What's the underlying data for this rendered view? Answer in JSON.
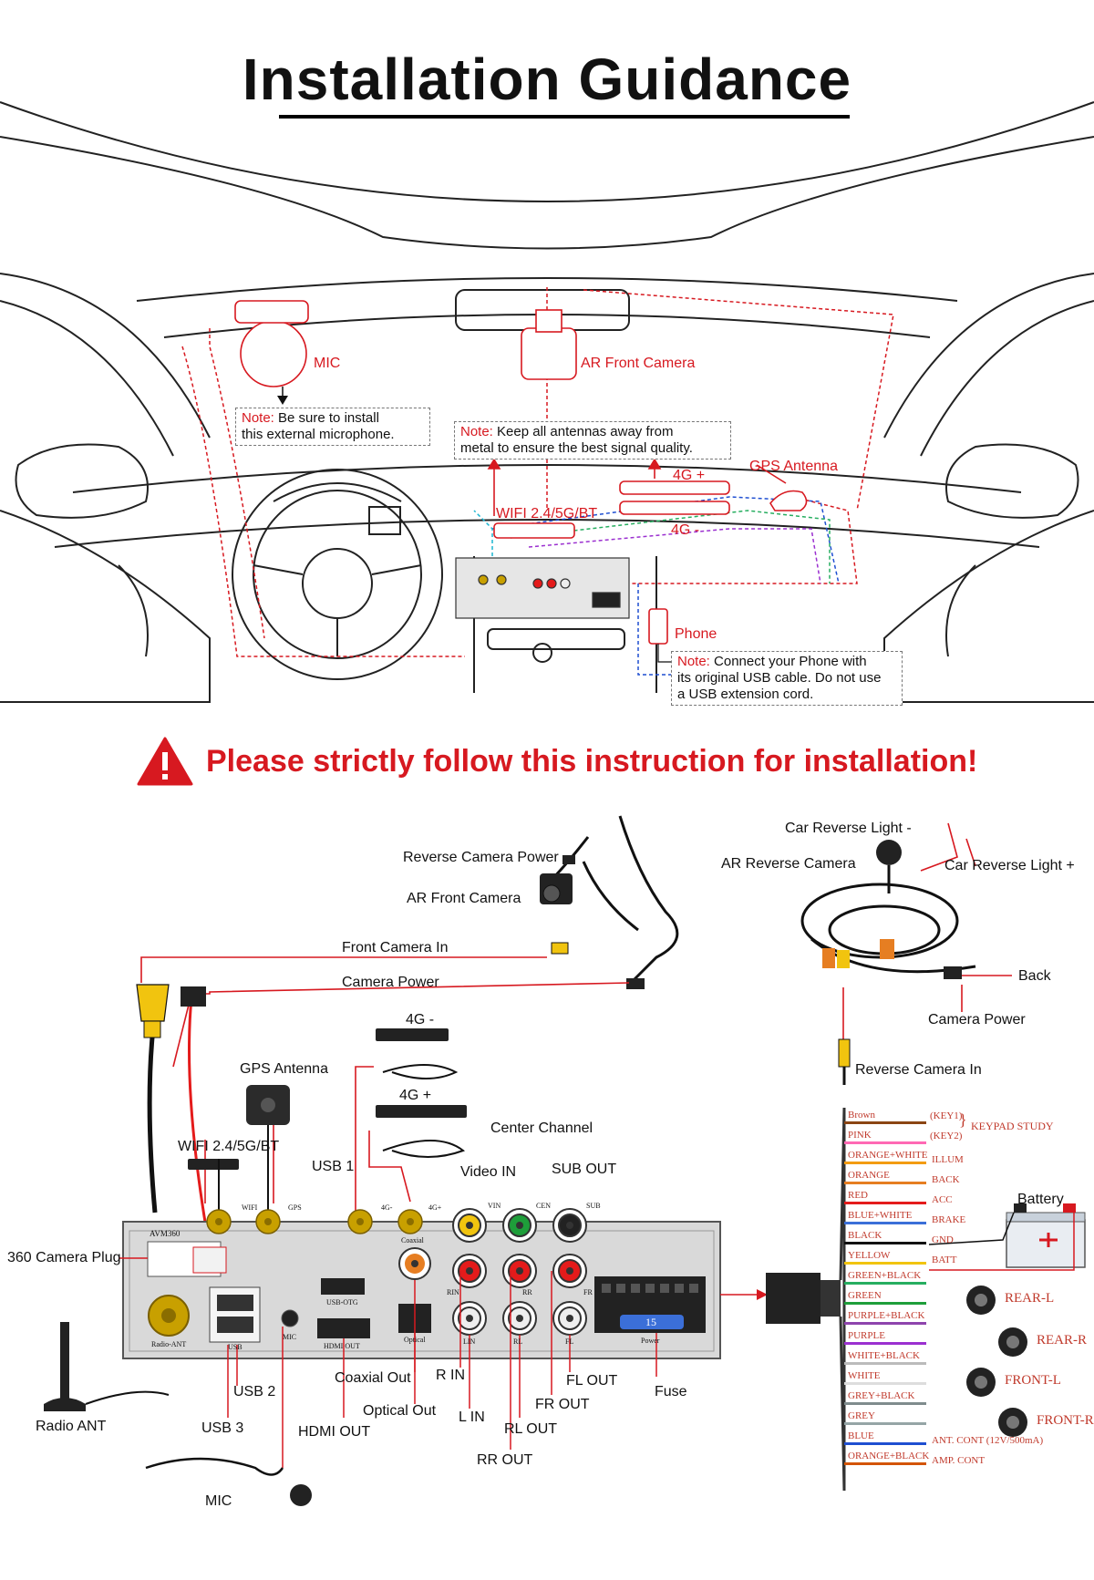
{
  "title": "Installation Guidance",
  "car": {
    "mic_label": "MIC",
    "ar_front_camera_label": "AR Front Camera",
    "gps_antenna_label": "GPS Antenna",
    "wifi_label": "WIFI 2.4/5G/BT",
    "lte_plus_label": "4G +",
    "lte_minus_label": "4G -",
    "phone_label": "Phone",
    "note_mic": {
      "key": "Note:",
      "text1": " Be sure to install",
      "text2": "this external microphone."
    },
    "note_antenna": {
      "key": "Note:",
      "text1": " Keep all antennas away from",
      "text2": "metal to ensure the best signal quality."
    },
    "note_phone": {
      "key": "Note:",
      "text1": " Connect your Phone with",
      "text2": "its original USB cable. Do not use",
      "text3": "a USB extension cord."
    }
  },
  "warning": {
    "text": "Please strictly follow this instruction for installation!"
  },
  "wiring": {
    "reverse_camera_power": "Reverse Camera Power",
    "ar_front_camera": "AR Front Camera",
    "front_camera_in": "Front Camera In",
    "camera_power": "Camera Power",
    "lte_minus": "4G -",
    "lte_plus": "4G +",
    "gps_antenna": "GPS Antenna",
    "wifi": "WIFI 2.4/5G/BT",
    "usb1": "USB 1",
    "center_channel": "Center Channel",
    "video_in": "Video IN",
    "sub_out": "SUB OUT",
    "camera_plug_360": "360 Camera Plug",
    "radio_ant": "Radio ANT",
    "usb2": "USB 2",
    "usb3": "USB 3",
    "hdmi_out": "HDMI OUT",
    "coaxial_out": "Coaxial Out",
    "optical_out": "Optical Out",
    "r_in": "R IN",
    "l_in": "L IN",
    "rl_out": "RL OUT",
    "rr_out": "RR OUT",
    "fr_out": "FR OUT",
    "fl_out": "FL OUT",
    "fuse": "Fuse",
    "mic": "MIC",
    "car_reverse_light_minus": "Car Reverse Light -",
    "car_reverse_light_plus": "Car Reverse Light +",
    "ar_reverse_camera": "AR Reverse Camera",
    "back": "Back",
    "camera_power_right": "Camera Power",
    "reverse_camera_in": "Reverse Camera In",
    "battery": "Battery",
    "keypad_study": "KEYPAD STUDY",
    "key1": "(KEY1)",
    "key2": "(KEY2)",
    "fuse_value": "15",
    "panel": {
      "avm360": "AVM360",
      "radio_ant": "Radio-ANT",
      "usb": "USB",
      "usb_otg": "USB-OTG",
      "hdmi": "HDMI  OUT",
      "mic": "MIC",
      "optical": "Optical",
      "coaxial": "Coaxial",
      "wifi": "WIFI",
      "gps": "GPS",
      "lte_minus": "4G-",
      "lte_plus": "4G+",
      "vin": "VIN",
      "cen": "CEN",
      "sub": "SUB",
      "rin": "RIN",
      "rr": "RR",
      "fr": "FR",
      "lin": "LIN",
      "rl": "RL",
      "fl": "FL",
      "power": "Power"
    }
  },
  "wires": [
    {
      "color": "Brown",
      "hex": "#8B4513",
      "func": ""
    },
    {
      "color": "PINK",
      "hex": "#ff69b4",
      "func": ""
    },
    {
      "color": "ORANGE+WHITE",
      "hex": "#f39c12",
      "func": "ILLUM"
    },
    {
      "color": "ORANGE",
      "hex": "#e67e22",
      "func": "BACK"
    },
    {
      "color": "RED",
      "hex": "#e41b1b",
      "func": "ACC"
    },
    {
      "color": "BLUE+WHITE",
      "hex": "#3b6fd8",
      "func": "BRAKE"
    },
    {
      "color": "BLACK",
      "hex": "#111111",
      "func": "GND"
    },
    {
      "color": "YELLOW",
      "hex": "#f1c40f",
      "func": "BATT"
    },
    {
      "color": "GREEN+BLACK",
      "hex": "#27ae60",
      "func": ""
    },
    {
      "color": "GREEN",
      "hex": "#1e9e3a",
      "func": ""
    },
    {
      "color": "PURPLE+BLACK",
      "hex": "#8e44ad",
      "func": ""
    },
    {
      "color": "PURPLE",
      "hex": "#9b30d0",
      "func": ""
    },
    {
      "color": "WHITE+BLACK",
      "hex": "#bbbbbb",
      "func": ""
    },
    {
      "color": "WHITE",
      "hex": "#dddddd",
      "func": ""
    },
    {
      "color": "GREY+BLACK",
      "hex": "#7f8c8d",
      "func": ""
    },
    {
      "color": "GREY",
      "hex": "#95a5a6",
      "func": ""
    },
    {
      "color": "BLUE",
      "hex": "#1f4fd1",
      "func": "ANT. CONT (12V/500mA)"
    },
    {
      "color": "ORANGE+BLACK",
      "hex": "#d35400",
      "func": "AMP. CONT"
    }
  ],
  "speakers": [
    "REAR-L",
    "REAR-R",
    "FRONT-L",
    "FRONT-R"
  ],
  "colors": {
    "accent_red": "#d71920",
    "panel_grey": "#d9d9d9"
  }
}
